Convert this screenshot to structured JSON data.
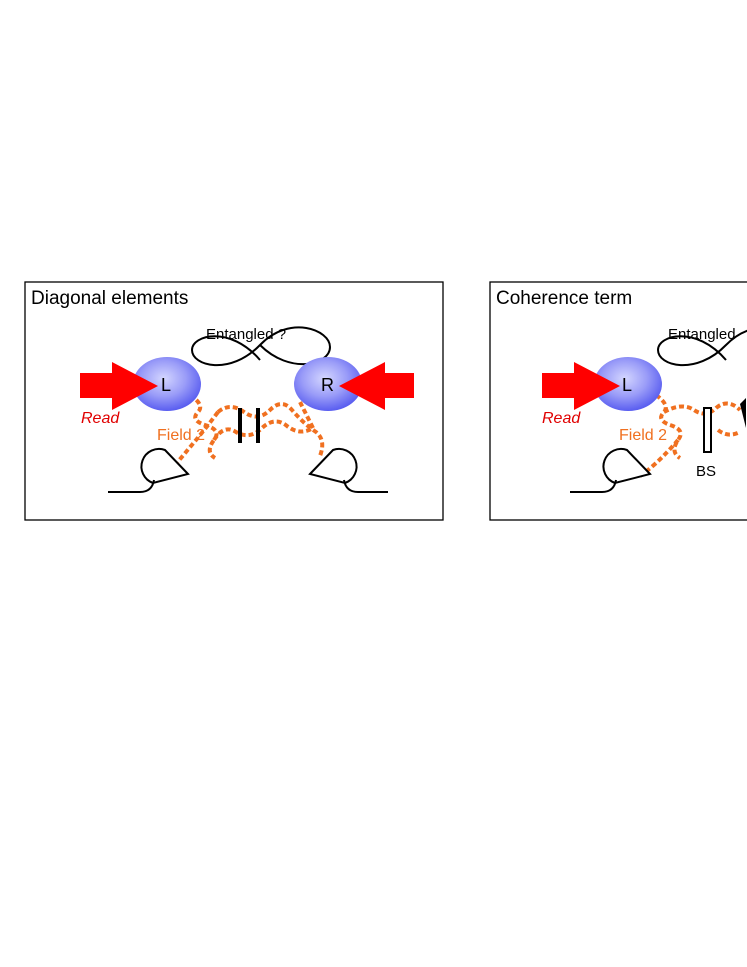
{
  "colors": {
    "read_arrow": "#ff0000",
    "read_text": "#e00000",
    "field": "#f07020",
    "atom_center": "#c6c8ff",
    "atom_edge": "#5a5ef0"
  },
  "panels": [
    {
      "title": "Diagonal elements",
      "entangled_label": "Entangled ?",
      "left_atom": "L",
      "right_atom": "R",
      "read_label": "Read",
      "field_label": "Field 2"
    },
    {
      "title": "Coherence term",
      "entangled_label": "Entangled",
      "left_atom": "L",
      "read_label": "Read",
      "field_label": "Field 2",
      "beamsplitter_label": "BS"
    }
  ]
}
